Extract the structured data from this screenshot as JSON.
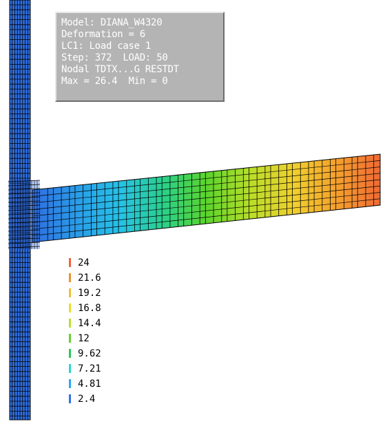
{
  "info_box": {
    "lines": [
      "Model: DIANA_W4320",
      "Deformation = 6",
      "LC1: Load case 1",
      "Step: 372  LOAD: 50",
      "Nodal TDTX...G RESTDT",
      "Max = 26.4  Min = 0"
    ]
  },
  "legend": {
    "items": [
      {
        "label": "24",
        "color": "#f0603c"
      },
      {
        "label": "21.6",
        "color": "#f0902e"
      },
      {
        "label": "19.2",
        "color": "#f0c030"
      },
      {
        "label": "16.8",
        "color": "#e6e02a"
      },
      {
        "label": "14.4",
        "color": "#b8e030"
      },
      {
        "label": "12",
        "color": "#66d030"
      },
      {
        "label": "9.62",
        "color": "#2ec85a"
      },
      {
        "label": "7.21",
        "color": "#28d8d0"
      },
      {
        "label": "4.81",
        "color": "#2aa8f0"
      },
      {
        "label": "2.4",
        "color": "#2f72e8"
      }
    ]
  },
  "colors": {
    "column": "#2f6ee0",
    "mesh_line": "#000000",
    "beam_gradient": [
      "#2f6ee0",
      "#2a9ce8",
      "#26c2e8",
      "#2ad08a",
      "#5cd42c",
      "#b8de2a",
      "#f0d02e",
      "#f4a02e",
      "#f06a34"
    ]
  }
}
